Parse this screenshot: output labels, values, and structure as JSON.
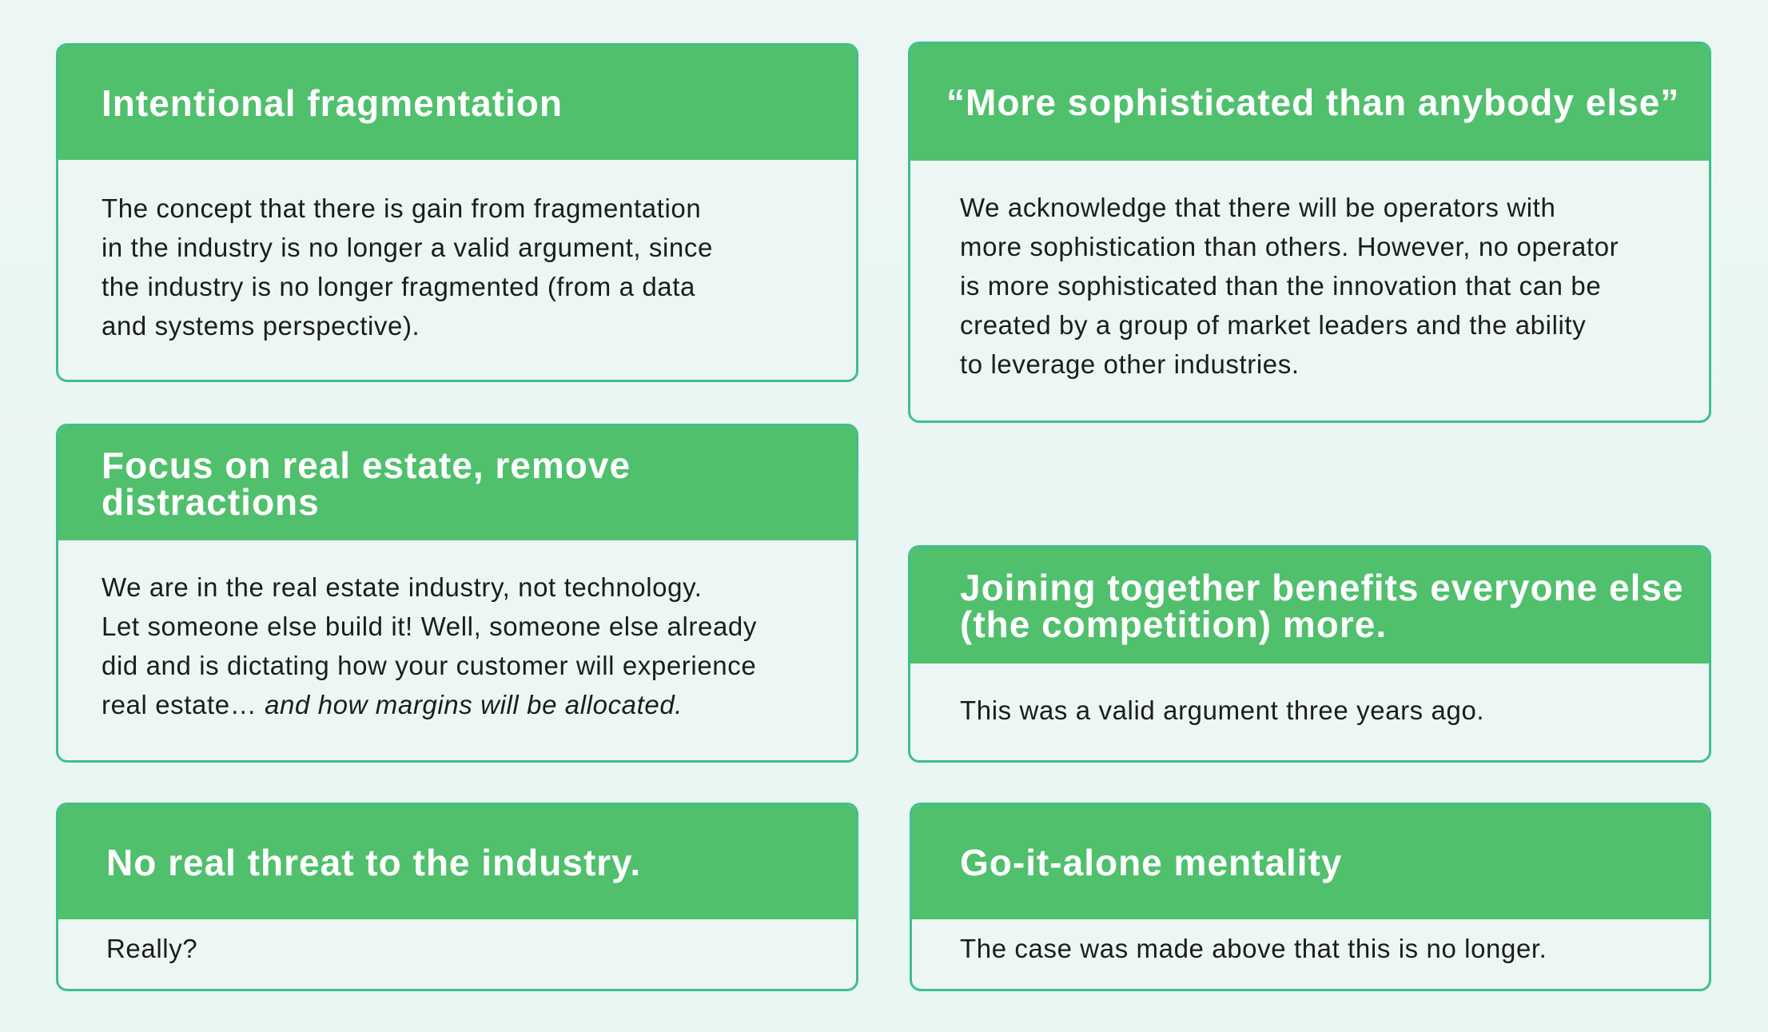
{
  "cards": [
    {
      "title": "Intentional fragmentation",
      "body_lines": [
        "The concept that there is gain from fragmentation",
        "in the industry is no longer a valid argument, since",
        "the industry is no longer fragmented (from a data",
        "and systems perspective)."
      ]
    },
    {
      "title": "“More sophisticated than anybody else”",
      "body_lines": [
        "We acknowledge that there will be operators with",
        "more sophistication than others. However, no operator",
        "is more sophisticated than the innovation that can be",
        "created by a group of market leaders and the ability",
        "to leverage other industries."
      ]
    },
    {
      "title": "Focus on real estate, remove distractions",
      "body_lines": [
        "We are in the real estate industry, not technology.",
        "Let someone else build it!  Well, someone else already",
        "did and is dictating how your customer will experience"
      ],
      "body_last_plain": "real estate… ",
      "body_last_italic": "and how margins will be allocated."
    },
    {
      "title_lines": [
        "Joining together benefits everyone else",
        "(the competition) more."
      ],
      "body_lines": [
        "This was a valid argument three years ago."
      ]
    },
    {
      "title": "No real threat to the industry.",
      "body_lines": [
        "Really?"
      ]
    },
    {
      "title": "Go-it-alone mentality",
      "body_lines": [
        "The case was made above that this is no longer."
      ]
    }
  ]
}
